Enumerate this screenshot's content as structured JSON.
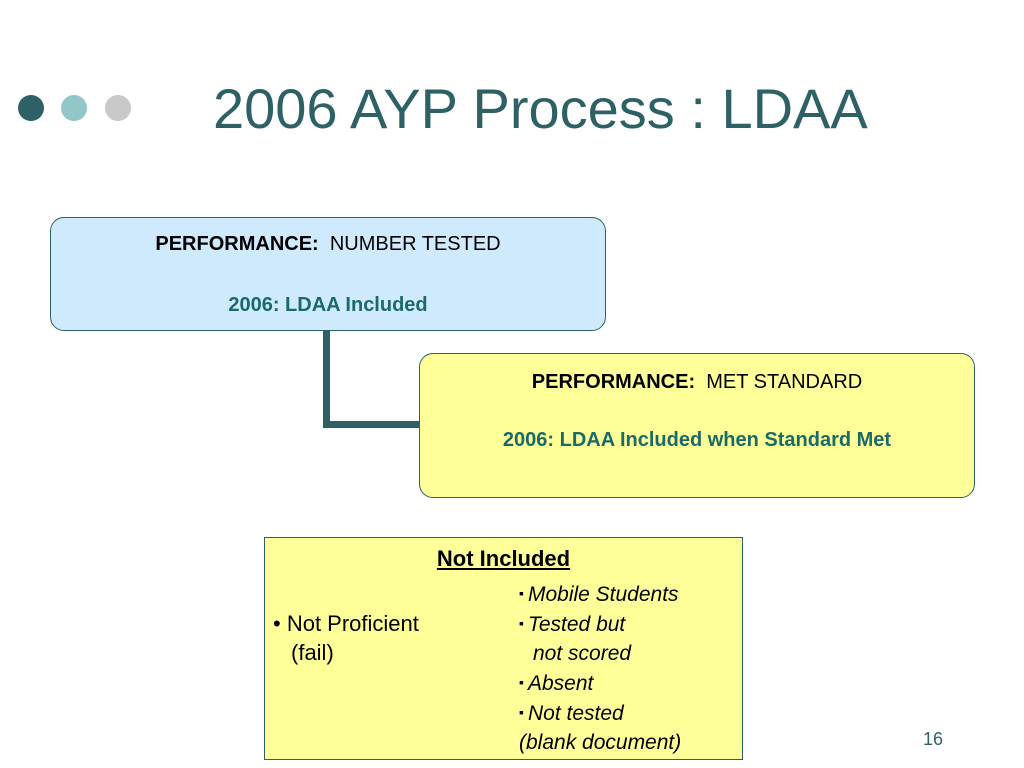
{
  "slide": {
    "title": "2006 AYP Process : LDAA",
    "page_number": "16",
    "colors": {
      "title": "#2e6166",
      "dot1": "#2e6166",
      "dot2": "#93c6c9",
      "dot3": "#c8c8c8",
      "box_blue": "#cfe9fd",
      "box_yellow": "#ffff99",
      "highlight_text": "#1a6b66"
    }
  },
  "boxes": [
    {
      "label_bold": "PERFORMANCE:",
      "label_rest": "NUMBER TESTED",
      "detail": "2006:  LDAA Included"
    },
    {
      "label_bold": "PERFORMANCE:",
      "label_rest": "MET STANDARD",
      "detail": "2006:  LDAA Included when Standard Met"
    }
  ],
  "not_included": {
    "heading": "Not Included",
    "left": {
      "bullet": "•",
      "line1": "Not Proficient",
      "line2": "(fail)"
    },
    "right": [
      {
        "marker": "▪",
        "text": "Mobile Students"
      },
      {
        "marker": "▪",
        "text": "Tested but"
      },
      {
        "marker": "",
        "text": "not scored"
      },
      {
        "marker": "▪",
        "text": "Absent"
      },
      {
        "marker": "▪",
        "text": "Not tested"
      },
      {
        "marker": "",
        "text": "(blank document)"
      }
    ]
  }
}
